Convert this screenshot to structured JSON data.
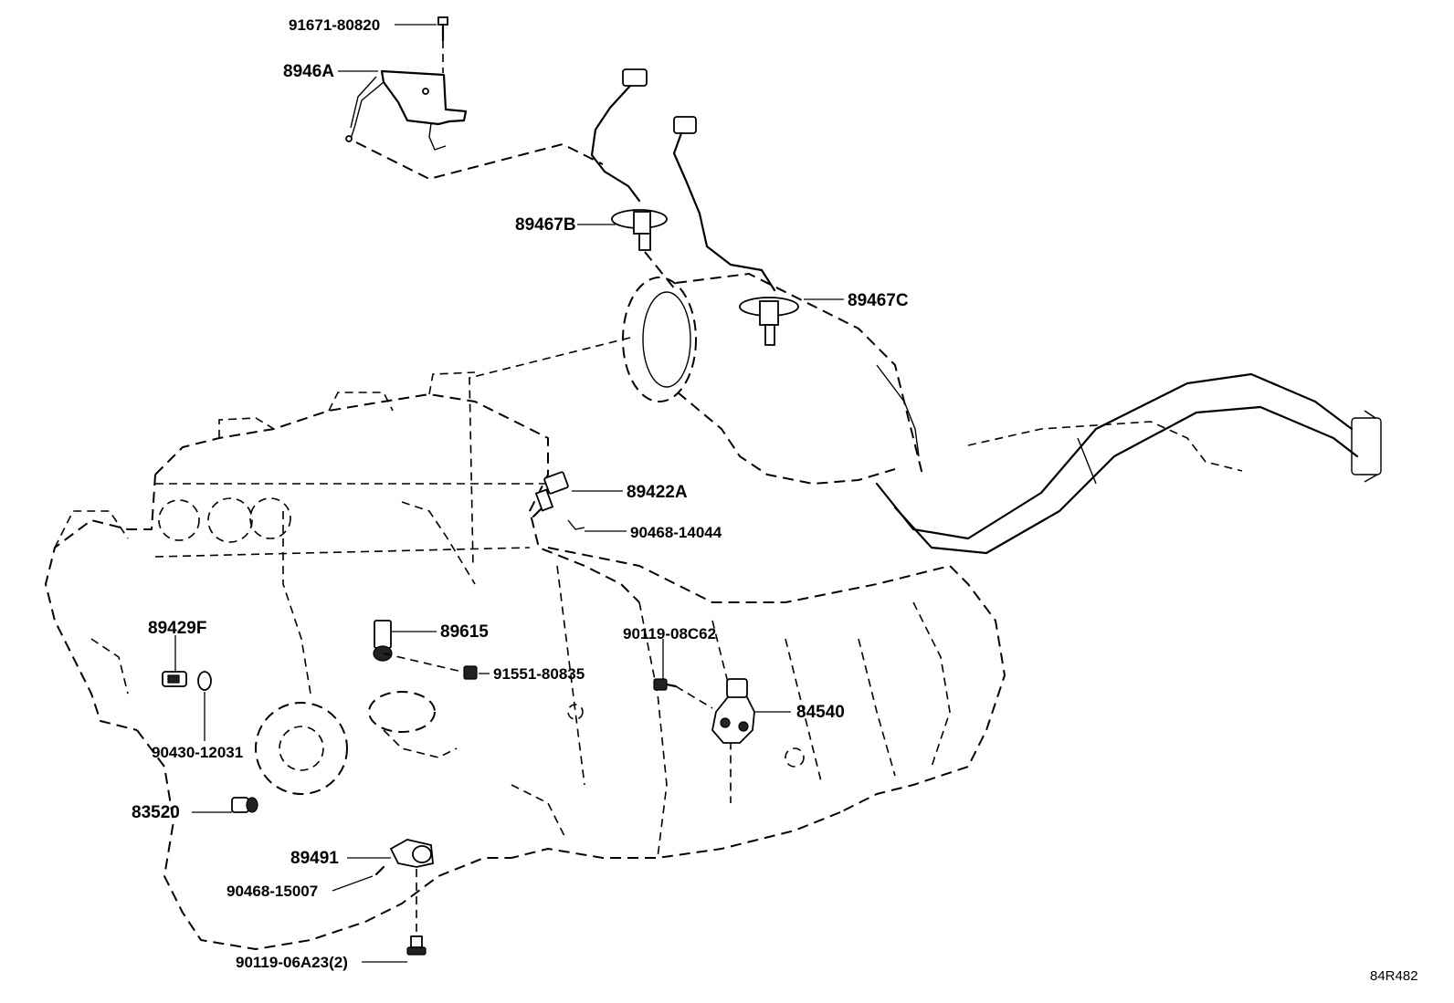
{
  "parts": {
    "p91671": "91671-80820",
    "p8946a": "8946A",
    "p89467b": "89467B",
    "p89467c": "89467C",
    "p89422a": "89422A",
    "p90468_14044": "90468-14044",
    "p89429f": "89429F",
    "p89615": "89615",
    "p90119_08c62": "90119-08C62",
    "p91551": "91551-80835",
    "p84540": "84540",
    "p90430": "90430-12031",
    "p83520": "83520",
    "p89491": "89491",
    "p90468_15007": "90468-15007",
    "p90119_06a23": "90119-06A23(2)"
  },
  "diagram_ref": "84R482"
}
